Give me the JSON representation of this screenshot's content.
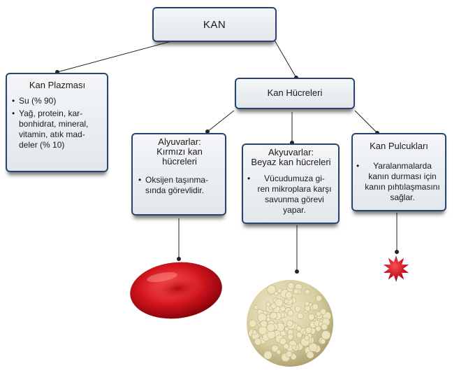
{
  "root": {
    "title": "KAN"
  },
  "plasma": {
    "title": "Kan Plazması",
    "items": [
      "Su (% 90)",
      "Yağ, protein, kar-\nbonhidrat, mineral,\nvitamin, atık mad-\ndeler (% 10)"
    ]
  },
  "cells": {
    "title": "Kan Hücreleri"
  },
  "red": {
    "title": "Alyuvarlar:\nKırmızı kan hücreleri",
    "items": [
      "Oksijen taşınma-\nsında görevlidir."
    ]
  },
  "white": {
    "title": "Akyuvarlar:\nBeyaz kan hücreleri",
    "items": [
      "Vücudumuza gi-\nren mikroplara karşı\nsavunma görevi\nyapar."
    ]
  },
  "platelet": {
    "title": "Kan Pulcukları",
    "items": [
      "Yaralanmalarda\nkanın durması için\nkanın pıhtılaşmasını\nsağlar."
    ]
  },
  "colors": {
    "border": "#26466d",
    "box_fill": "#e8ebee",
    "red_cell": "#c8101a",
    "white_cell": "#dcd3a8",
    "platelet": "#d41020"
  },
  "icons": [
    "red-blood-cell-icon",
    "white-blood-cell-icon",
    "platelet-icon"
  ]
}
